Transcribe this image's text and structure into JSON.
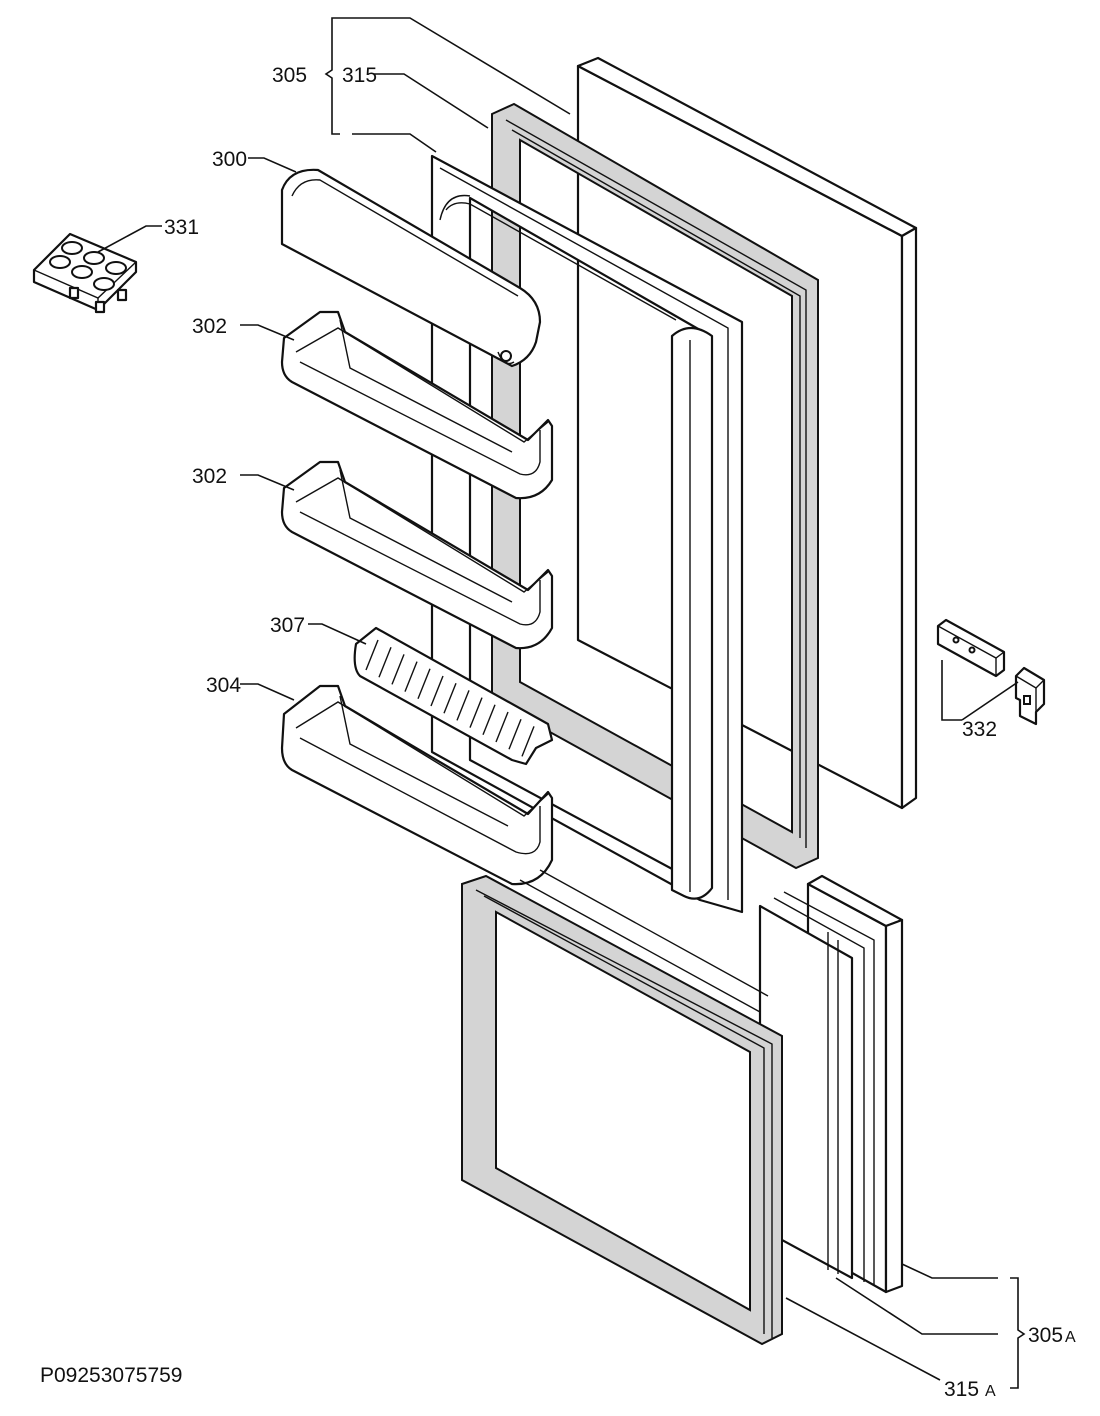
{
  "labels": {
    "p305": "305",
    "p315": "315",
    "p300": "300",
    "p331": "331",
    "p302a": "302",
    "p302b": "302",
    "p307": "307",
    "p304": "304",
    "p332": "332",
    "p305a": "305",
    "p305a_suffix": "A",
    "p315a": "315",
    "p315a_suffix": "A"
  },
  "drawing_id": "P09253075759"
}
